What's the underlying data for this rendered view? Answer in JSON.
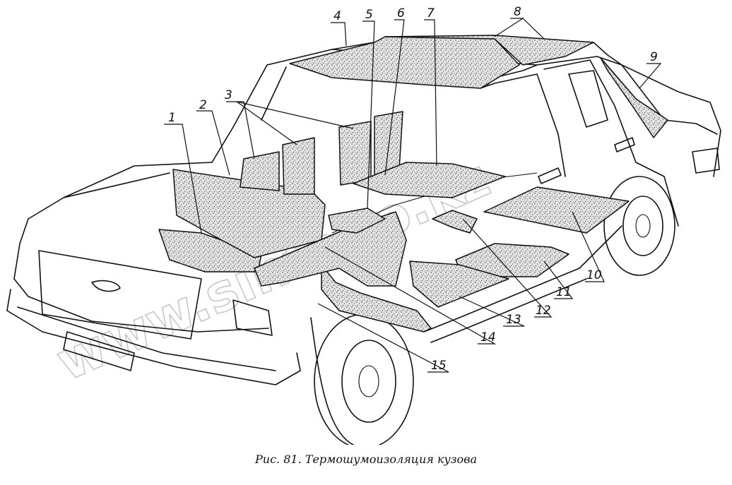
{
  "figure": {
    "caption": "Рис. 81. Термошумоизоляция кузова",
    "watermark": "www.sinteno.kz"
  },
  "callouts": [
    {
      "id": "1",
      "text": "1"
    },
    {
      "id": "2",
      "text": "2"
    },
    {
      "id": "3",
      "text": "3"
    },
    {
      "id": "4",
      "text": "4"
    },
    {
      "id": "5",
      "text": "5"
    },
    {
      "id": "6",
      "text": "6"
    },
    {
      "id": "7",
      "text": "7"
    },
    {
      "id": "8",
      "text": "8"
    },
    {
      "id": "9",
      "text": "9"
    },
    {
      "id": "10",
      "text": "10"
    },
    {
      "id": "11",
      "text": "11"
    },
    {
      "id": "12",
      "text": "12"
    },
    {
      "id": "13",
      "text": "13"
    },
    {
      "id": "14",
      "text": "14"
    },
    {
      "id": "15",
      "text": "15"
    }
  ]
}
